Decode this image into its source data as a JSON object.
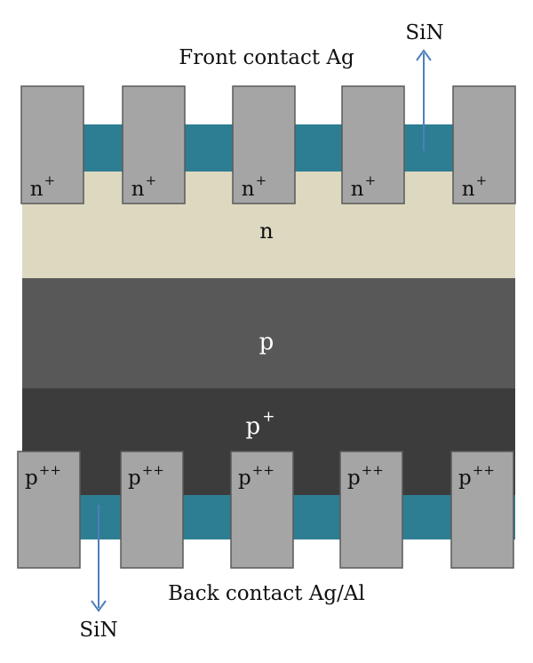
{
  "title_front": "Front contact Ag",
  "title_back": "Back contact Ag/Al",
  "sin_front": "SiN",
  "sin_back": "SiN",
  "layers": {
    "n": "n",
    "p": "p",
    "p_plus_base": "p",
    "p_plus_sup": "+"
  },
  "front_contacts": [
    {
      "base": "n",
      "sup": "+"
    },
    {
      "base": "n",
      "sup": "+"
    },
    {
      "base": "n",
      "sup": "+"
    },
    {
      "base": "n",
      "sup": "+"
    },
    {
      "base": "n",
      "sup": "+"
    }
  ],
  "back_contacts": [
    {
      "base": "p",
      "sup": "++"
    },
    {
      "base": "p",
      "sup": "++"
    },
    {
      "base": "p",
      "sup": "++"
    },
    {
      "base": "p",
      "sup": "++"
    },
    {
      "base": "p",
      "sup": "++"
    }
  ],
  "colors": {
    "contact": "#a5a5a5",
    "contact_stroke": "#595959",
    "sin": "#2e7e93",
    "n_layer": "#ddd8c0",
    "p_layer": "#585858",
    "p_plus_layer": "#3c3c3c",
    "arrow": "#4f7fba",
    "text_dark": "#111111",
    "text_light": "#ffffff"
  }
}
